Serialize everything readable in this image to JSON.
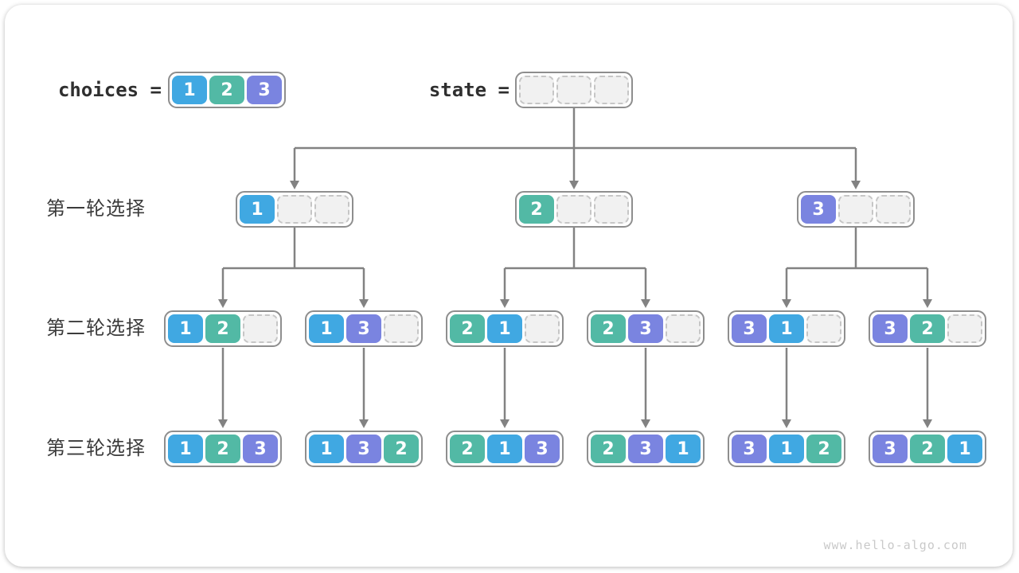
{
  "header": {
    "choices_label": "choices =",
    "choices_values": [
      "1",
      "2",
      "3"
    ],
    "state_label": "state =",
    "state_cells": 3
  },
  "rows": [
    {
      "label": "第一轮选择",
      "nodes": [
        [
          "1",
          "",
          ""
        ],
        [
          "2",
          "",
          ""
        ],
        [
          "3",
          "",
          ""
        ]
      ]
    },
    {
      "label": "第二轮选择",
      "nodes": [
        [
          "1",
          "2",
          ""
        ],
        [
          "1",
          "3",
          ""
        ],
        [
          "2",
          "1",
          ""
        ],
        [
          "2",
          "3",
          ""
        ],
        [
          "3",
          "1",
          ""
        ],
        [
          "3",
          "2",
          ""
        ]
      ]
    },
    {
      "label": "第三轮选择",
      "nodes": [
        [
          "1",
          "2",
          "3"
        ],
        [
          "1",
          "3",
          "2"
        ],
        [
          "2",
          "1",
          "3"
        ],
        [
          "2",
          "3",
          "1"
        ],
        [
          "3",
          "1",
          "2"
        ],
        [
          "3",
          "2",
          "1"
        ]
      ]
    }
  ],
  "colors": {
    "value_1": "#40a8e2",
    "value_2": "#52b9a5",
    "value_3": "#7a84e0",
    "empty_fill": "#f1f1f1",
    "empty_border": "#c6c6c6",
    "box_border": "#8e8e8e",
    "connector": "#828282"
  },
  "watermark": "www.hello-algo.com"
}
